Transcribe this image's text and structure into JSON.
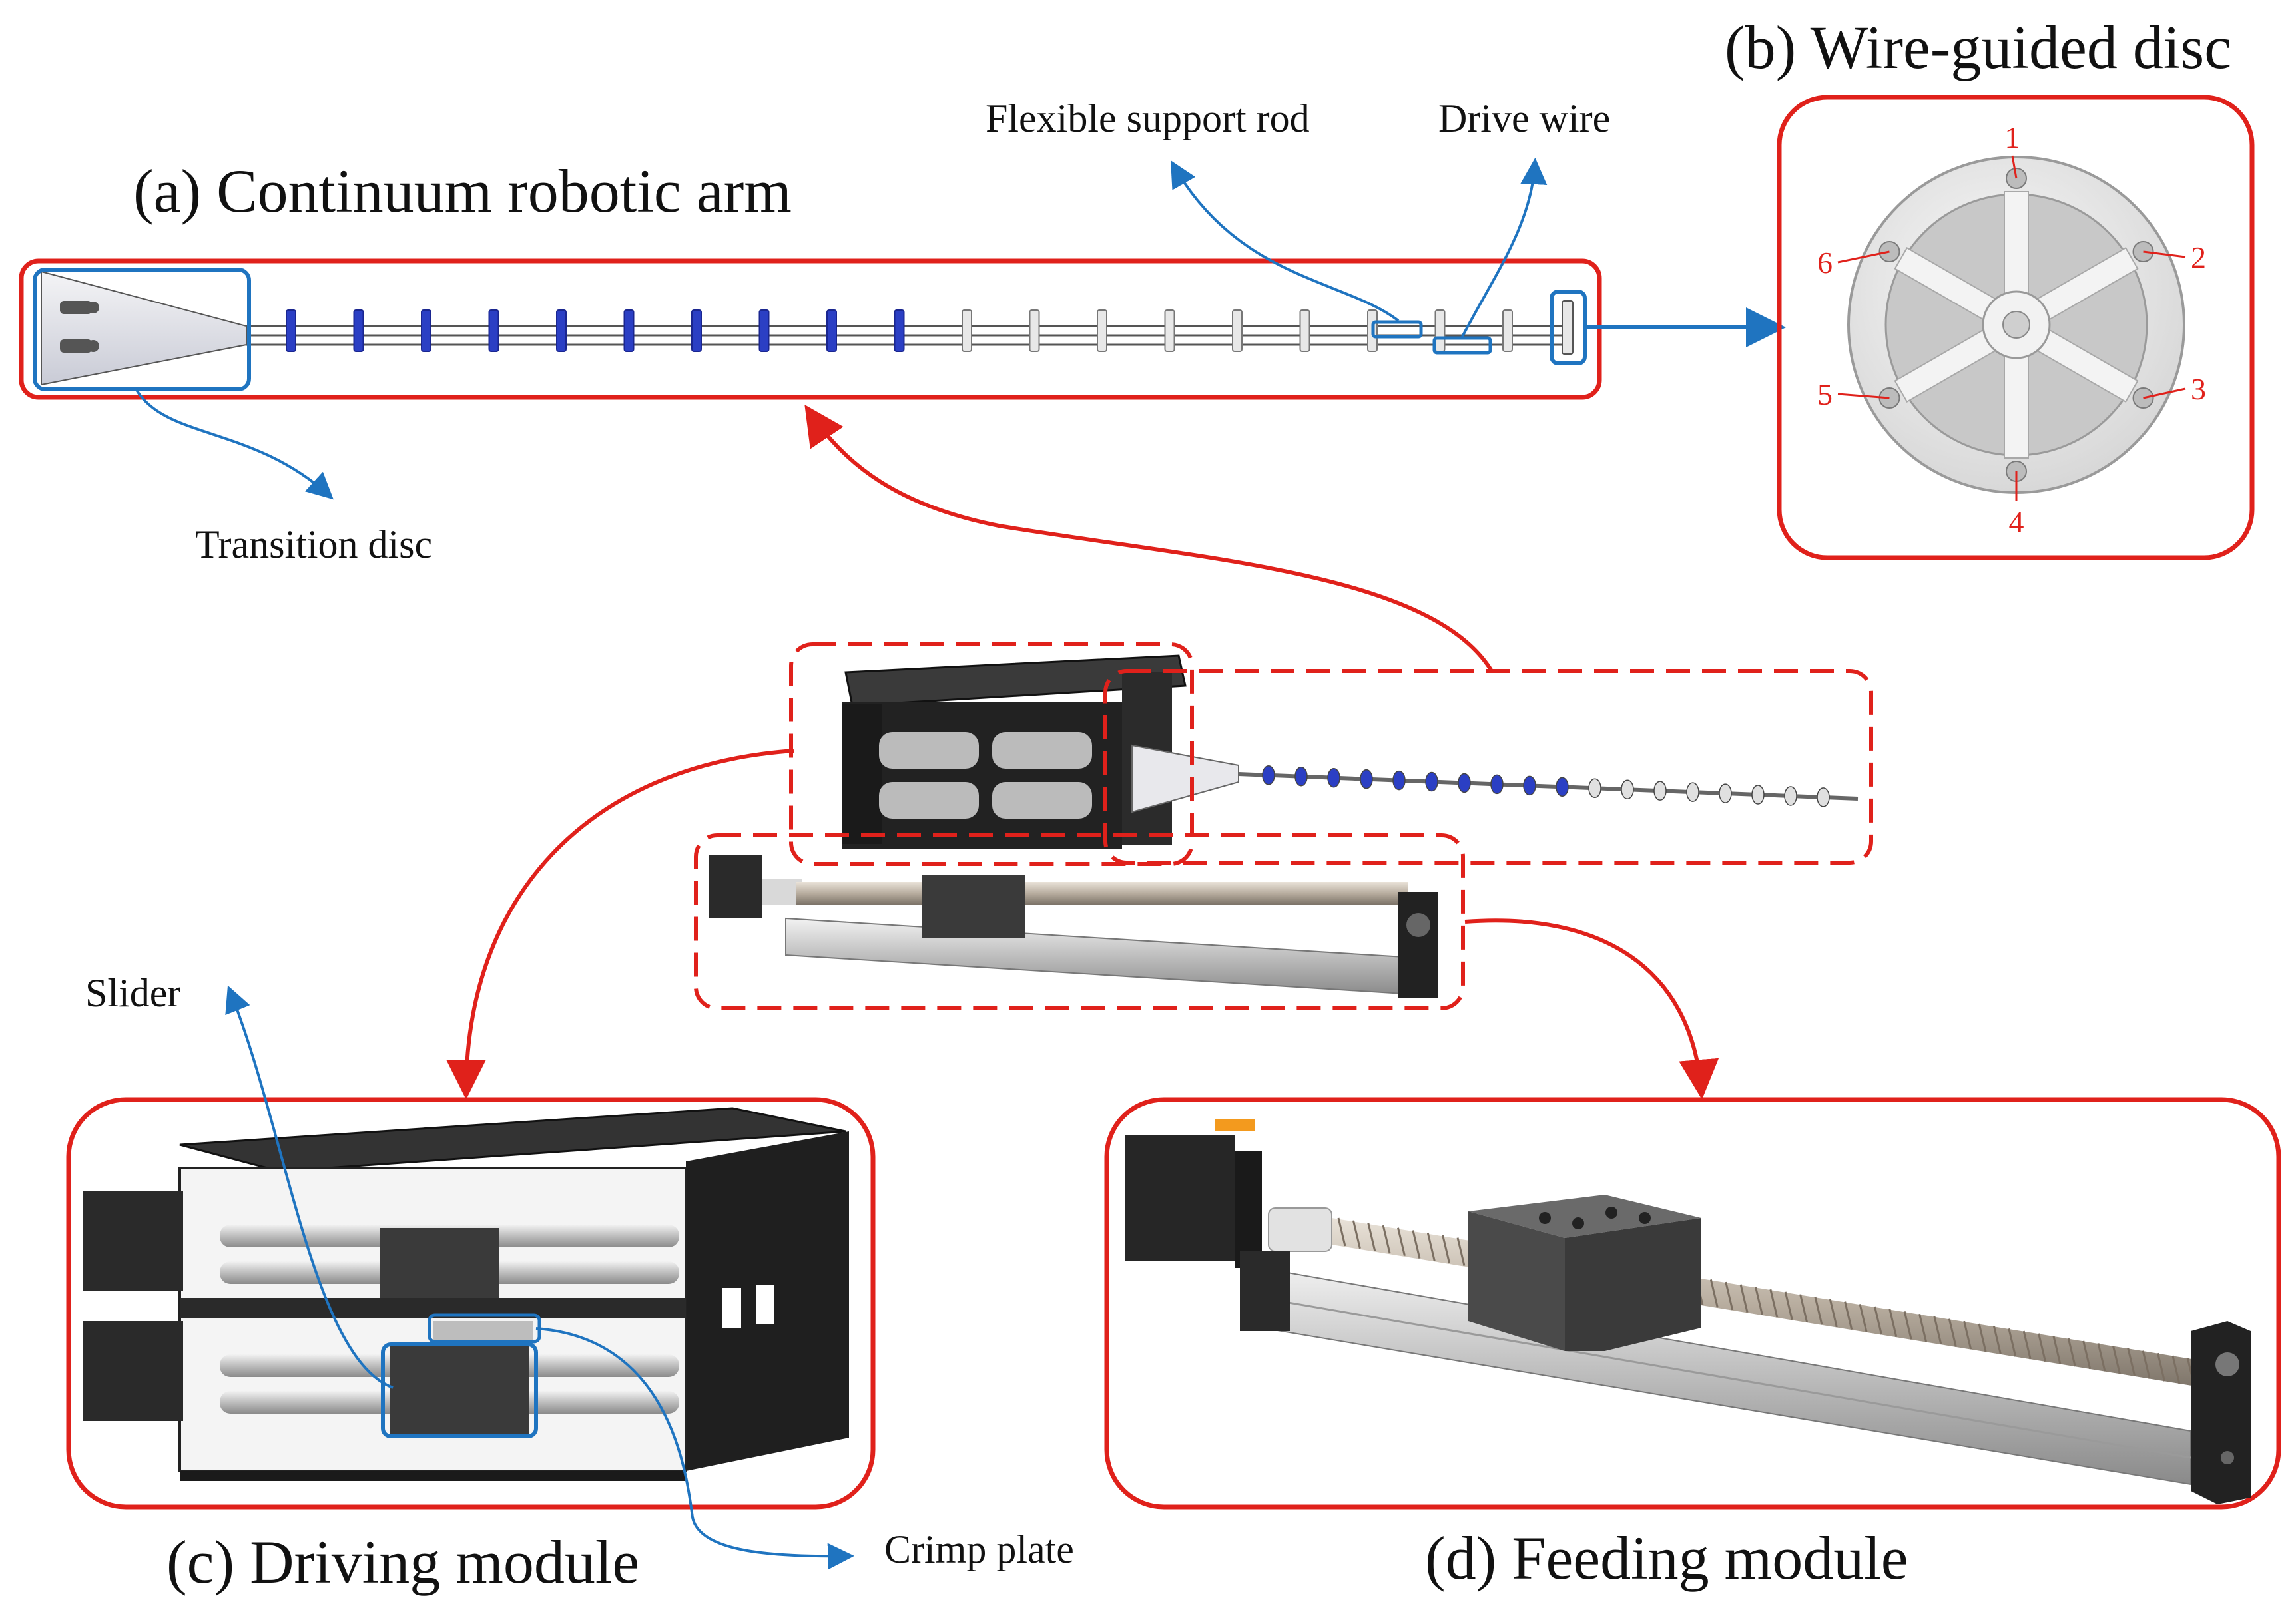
{
  "titles": {
    "a": "(a) Continuum robotic arm",
    "b": "(b) Wire-guided disc",
    "c": "(c) Driving module",
    "d": "(d) Feeding module"
  },
  "callouts": {
    "flexible_support_rod": "Flexible support rod",
    "drive_wire": "Drive wire",
    "transition_disc": "Transition disc",
    "slider": "Slider",
    "crimp_plate": "Crimp plate"
  },
  "disc_holes": [
    "1",
    "2",
    "3",
    "4",
    "5",
    "6"
  ],
  "colors": {
    "frame_red": "#e0211b",
    "callout_blue": "#1f74c0",
    "disc_blue": "#2b3fc4",
    "metal_dark": "#2b2b2b",
    "metal_light": "#d9d9d9"
  }
}
